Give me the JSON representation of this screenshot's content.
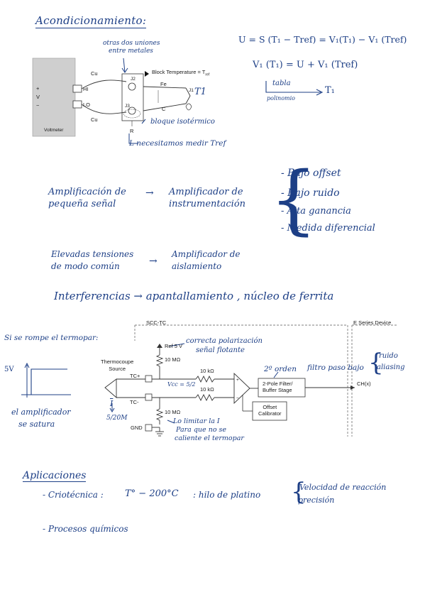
{
  "colors": {
    "ink": "#1d3f86",
    "print": "#1a1a1a",
    "meter_fill": "#cfcfcf"
  },
  "header": {
    "title": "Acondicionamiento:"
  },
  "diagram1": {
    "cu_top": "Cu",
    "cu_bottom": "Cu",
    "hi": "HI",
    "lo": "LO",
    "plus": "+",
    "v": "V",
    "minus": "−",
    "voltmeter": "Voltmeter",
    "j1": "J1",
    "j2": "J2",
    "j3": "J3",
    "fe": "Fe",
    "c": "C",
    "block_temp": "Block Temperature = T",
    "block_temp_sub": "ref",
    "r": "R"
  },
  "notes1": {
    "otras_line1": "otras dos uniones",
    "otras_line2": "entre metales",
    "t1_label": "T1",
    "bloque": "bloque isotérmico",
    "necesitamos": "L necesitamos medir Tref",
    "eq1": "U = S (T₁ − Tref) = V₁(T₁) − V₁ (Tref)",
    "eq2": "V₁ (T₁) = U + V₁ (Tref)",
    "tabla": "tabla",
    "polinomio": "polinomio",
    "eq3_target": "T₁"
  },
  "amplif": {
    "left_line1": "Amplificación de",
    "left_line2": "pequeña señal",
    "right_line1": "Amplificador de",
    "right_line2": "instrumentación",
    "items": [
      "- Bajo offset",
      "- Bajo ruido",
      "- Alta ganancia",
      "- Medida diferencial"
    ]
  },
  "aisl": {
    "left_line1": "Elevadas tensiones",
    "left_line2": "de modo común",
    "right_line1": "Amplificador de",
    "right_line2": "aislamiento"
  },
  "interf": {
    "text": "Interferencias → apantallamiento , núcleo de ferrita"
  },
  "diagram2": {
    "scc_tc": "SCC-TC",
    "eseries": "E Series Device",
    "ref5v": "Ref 5 V",
    "r10m_top": "10 MΩ",
    "r10m_bot": "10 MΩ",
    "r10k_top": "10 kΩ",
    "r10k_bot": "10 kΩ",
    "thermo_line1": "Thermocoupe",
    "thermo_line2": "Source",
    "tcplus": "TC+",
    "tcminus": "TC-",
    "gnd": "GND",
    "filter_line1": "2-Pole Filter/",
    "filter_line2": "Buffer Stage",
    "offset_line1": "Offset",
    "offset_line2": "Calibrator",
    "ch": "CH(x)"
  },
  "notes2": {
    "si_rompe": "Si se rompe el termopar:",
    "five_v": "5V",
    "el_amplificador": "el amplificador",
    "se_satura": "se satura",
    "correcta_line1": "correcta polarización",
    "correcta_line2": "señal flotante",
    "vcc": "Vcc = 5/2",
    "i_label": "I",
    "i_value": "5/20M",
    "limitar_line1": "Lo limitar la I",
    "limitar_line2": "Para que no se",
    "limitar_line3": "caliente el termopar",
    "segundo_orden": "2º orden",
    "filtro": "filtro paso bajo",
    "ruido": "ruido",
    "aliasing": "aliasing"
  },
  "aplic": {
    "title": "Aplicaciones",
    "crio": "- Criotécnica :",
    "temp": "T° − 200°C",
    "hilo": ": hilo de platino",
    "vel": "Velocidad de reacción",
    "prec": "precisión",
    "procesos": "- Procesos químicos"
  }
}
